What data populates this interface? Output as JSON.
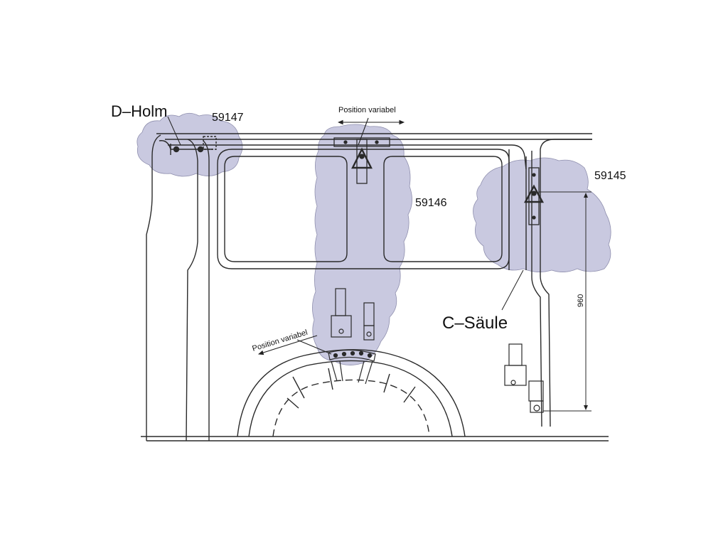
{
  "labels": {
    "d_holm": "D–Holm",
    "c_saule": "C–Säule",
    "part_59147": "59147",
    "part_59146": "59146",
    "part_59145": "59145",
    "position_variable_top": "Position  variabel",
    "position_variable_wheel": "Position  variabel",
    "dimension_960": "960"
  },
  "colors": {
    "highlight": "#c9c9e0",
    "line": "#2a2a2a"
  }
}
